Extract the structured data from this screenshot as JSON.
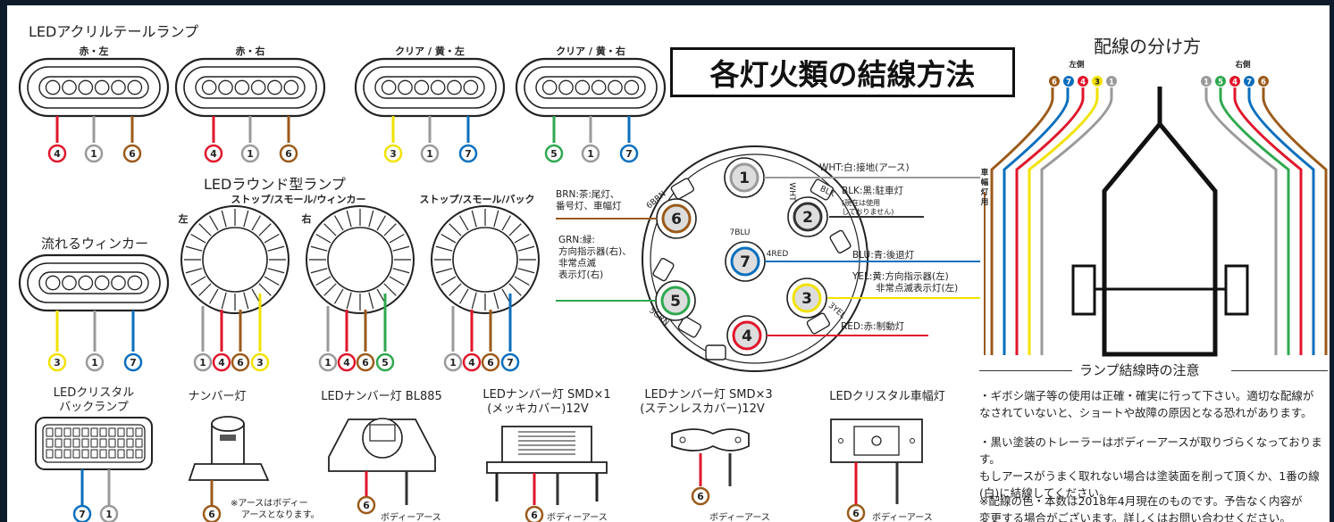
{
  "colors": {
    "white": "#9a9a9a",
    "black": "#333333",
    "blue": "#0b6fbd",
    "yellow": "#f2e200",
    "red": "#e0162b",
    "green": "#2fa84f",
    "brown": "#9b5a1a",
    "dark": "#0d1b2a"
  },
  "titles": {
    "led_acryl": "LEDアクリルテールランプ",
    "led_round": "LEDラウンド型ランプ",
    "flowing": "流れるウィンカー",
    "main_title": "各灯火類の結線方法",
    "wiring_split": "配線の分け方"
  },
  "lamps": {
    "acryl": [
      {
        "label": "赤・左",
        "pins": [
          "4",
          "1",
          "6"
        ]
      },
      {
        "label": "赤・右",
        "pins": [
          "4",
          "1",
          "6"
        ]
      },
      {
        "label": "クリア / 黄・左",
        "pins": [
          "3",
          "1",
          "7"
        ]
      },
      {
        "label": "クリア / 黄・右",
        "pins": [
          "5",
          "1",
          "7"
        ]
      }
    ],
    "flowing_pins": [
      "3",
      "1",
      "7"
    ],
    "round_groups": [
      {
        "label": "ストップ/スモール/ウィンカー"
      },
      {
        "label": "ストップ/スモール/バック"
      }
    ],
    "round_side_left": "左",
    "round_side_right": "右",
    "round_pins": [
      [
        "1",
        "4",
        "6",
        "3"
      ],
      [
        "1",
        "4",
        "6",
        "5"
      ],
      [
        "1",
        "4",
        "6",
        "7"
      ]
    ]
  },
  "bottom": {
    "crystal_back": {
      "title1": "LEDクリスタル",
      "title2": "バックランプ",
      "pins": [
        "7",
        "1"
      ]
    },
    "number": {
      "title": "ナンバー灯",
      "pin": "6",
      "note1": "※アースはボディー",
      "note2": "アースとなります。"
    },
    "bl885": {
      "title": "LEDナンバー灯 BL885",
      "pin": "6",
      "earth": "ボディーアース"
    },
    "smd1": {
      "title1": "LEDナンバー灯 SMD×1",
      "title2": "(メッキカバー)12V",
      "pin": "6",
      "earth": "ボディーアース"
    },
    "smd3": {
      "title1": "LEDナンバー灯 SMD×3",
      "title2": "(ステンレスカバー)12V",
      "pin": "6",
      "earth": "ボディーアース"
    },
    "crystal_width": {
      "title": "LEDクリスタル車幅灯",
      "pin": "6",
      "earth": "ボディーアース"
    }
  },
  "connector": {
    "pins": [
      {
        "num": "1",
        "tag": "WHT",
        "label1": "WHT:白:接地(アース)"
      },
      {
        "num": "2",
        "tag": "BLK",
        "label1": "BLK:黒:駐車灯",
        "label2": "(現在は使用",
        "label3": "しておりません)"
      },
      {
        "num": "7",
        "tag": "7BLU",
        "label1": "BLU:青:後退灯"
      },
      {
        "num": "3",
        "tag": "3YEL",
        "label1": "YEL:黄:方向指示器(左)",
        "label2": "非常点滅表示灯(左)"
      },
      {
        "num": "4",
        "tag": "4RED",
        "label1": "RED:赤:制動灯"
      },
      {
        "num": "5",
        "tag": "5GRN",
        "label1": "GRN:緑:",
        "label2": "方向指示器(右)、",
        "label3": "非常点滅",
        "label4": "表示灯(右)"
      },
      {
        "num": "6",
        "tag": "6BRN",
        "label1": "BRN:茶:尾灯、",
        "label2": "番号灯、車幅灯"
      }
    ]
  },
  "wiring": {
    "left_side": "左側",
    "right_side": "右側",
    "left_pins": [
      "6",
      "7",
      "4",
      "3",
      "1"
    ],
    "right_pins": [
      "1",
      "5",
      "4",
      "7",
      "6"
    ],
    "vertical_label": "車幅灯用"
  },
  "notes": {
    "header": "ランプ結線時の注意",
    "p1a": "・ギボシ端子等の使用は正確・確実に行って下さい。適切な配線が",
    "p1b": "なされていないと、ショートや故障の原因となる恐れがあります。",
    "p2a": "・黒い塗装のトレーラーはボディーアースが取りづらくなっております。",
    "p2b": "もしアースがうまく取れない場合は塗装面を削って頂くか、1番の線",
    "p2c": "(白)に結線してください。",
    "p3a": "※配線の色・本数は2018年4月現在のものです。予告なく内容が",
    "p3b": "変更する場合がございます。詳しくはお問い合わせください。"
  }
}
